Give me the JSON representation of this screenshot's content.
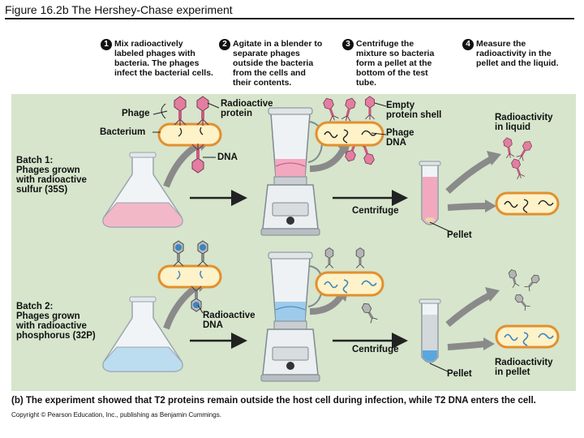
{
  "figure_title": "Figure 16.2b The Hershey-Chase experiment",
  "steps": [
    {
      "num": "1",
      "text": "Mix radioactively\nlabeled phages with\nbacteria. The phages\ninfect the bacterial cells."
    },
    {
      "num": "2",
      "text": "Agitate in a blender to\nseparate phages\noutside the bacteria\nfrom the cells and\ntheir contents."
    },
    {
      "num": "3",
      "text": "Centrifuge the\nmixture so bacteria\nform a pellet at the\nbottom of the test\ntube."
    },
    {
      "num": "4",
      "text": "Measure the\nradioactivity in the\npellet and the liquid."
    }
  ],
  "labels": {
    "phage": "Phage",
    "bacterium": "Bacterium",
    "radioactive_protein": "Radioactive\nprotein",
    "dna": "DNA",
    "batch1": "Batch 1:\nPhages grown\nwith radioactive\nsulfur (35S)",
    "empty_shell": "Empty\nprotein shell",
    "phage_dna": "Phage\nDNA",
    "radioactivity_liquid": "Radioactivity\nin liquid",
    "centrifuge1": "Centrifuge",
    "pellet1": "Pellet",
    "batch2": "Batch 2:\nPhages grown\nwith radioactive\nphosphorus (32P)",
    "radioactive_dna": "Radioactive\nDNA",
    "centrifuge2": "Centrifuge",
    "pellet2": "Pellet",
    "radioactivity_pellet": "Radioactivity\nin pellet"
  },
  "caption": "(b) The experiment showed that T2 proteins remain outside the host cell during infection, while T2 DNA enters the cell.",
  "copyright": "Copyright © Pearson Education, Inc., publishing as Benjamin Cummings.",
  "colors": {
    "panel": "#d6e5cc",
    "protein_label": "#d0577a",
    "dna_label": "#3b84c4",
    "bacterium_fill": "#fdf2c8",
    "bacterium_border": "#e2902f",
    "flask_pink": "#f2b8c8",
    "flask_blue": "#bcdcf0",
    "arrow": "#8a8a8a"
  }
}
